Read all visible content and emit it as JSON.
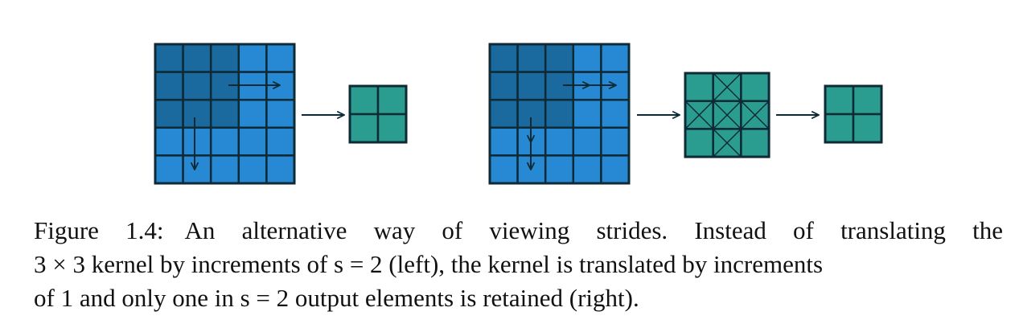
{
  "colors": {
    "input_light": "#2789d4",
    "input_dark": "#1a6a9f",
    "output": "#2a9d90",
    "stroke": "#0e2a35"
  },
  "icons": [
    "right-arrow-icon",
    "down-arrow-icon",
    "cross-mark-icon"
  ],
  "diagrams": {
    "left": {
      "input_size": 5,
      "kernel_size": 3,
      "output_size": 2,
      "stride": 2
    },
    "right": {
      "input_size": 5,
      "kernel_size": 3,
      "full_output_size": 3,
      "retained_output_size": 2,
      "stride": 1
    }
  },
  "caption": {
    "label": "Figure 1.4:",
    "line1": "An alternative way of viewing strides. Instead of translating the",
    "line2": "3 × 3 kernel by increments of s = 2 (left), the kernel is translated by increments",
    "line3": "of 1 and only one in s = 2 output elements is retained (right)."
  }
}
